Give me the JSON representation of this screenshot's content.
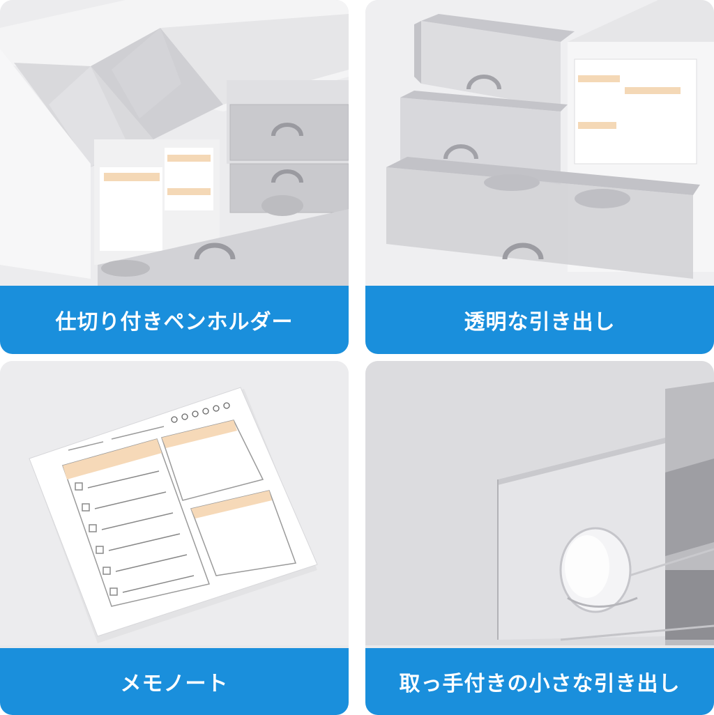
{
  "panels": [
    {
      "caption": "仕切り付きペンホルダー",
      "icon": "pen-holder-with-dividers"
    },
    {
      "caption": "透明な引き出し",
      "icon": "transparent-drawers"
    },
    {
      "caption": "メモノート",
      "icon": "memo-notepad"
    },
    {
      "caption": "取っ手付きの小さな引き出し",
      "icon": "small-drawer-with-handle"
    }
  ],
  "colors": {
    "caption_bg": "#1a8fdc",
    "caption_text": "#ffffff",
    "tile_bg": "#e9e9eb",
    "memo_accent": "#f6d9b8"
  }
}
